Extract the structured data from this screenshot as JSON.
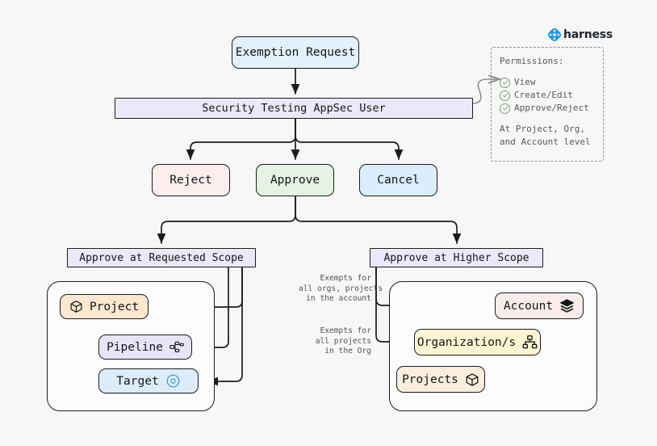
{
  "brand": {
    "name": "harness",
    "logo_icon": "harness-diamond-icon",
    "logo_color": "#1b9bf0"
  },
  "flow": {
    "start": {
      "label": "Exemption Request",
      "color": "#e3f1fb"
    },
    "actor": {
      "label": "Security Testing AppSec User",
      "color": "#ebe8fa"
    },
    "actions": [
      {
        "key": "reject",
        "label": "Reject",
        "color": "#fcefee"
      },
      {
        "key": "approve",
        "label": "Approve",
        "color": "#e4f3e3"
      },
      {
        "key": "cancel",
        "label": "Cancel",
        "color": "#dbeefb"
      }
    ],
    "scopes": [
      {
        "key": "requested",
        "label": "Approve at Requested Scope",
        "color": "#ebe8fa"
      },
      {
        "key": "higher",
        "label": "Approve at Higher Scope",
        "color": "#ebe8fa"
      }
    ]
  },
  "requested_scope": {
    "items": [
      {
        "key": "project",
        "label": "Project",
        "icon": "cube-icon",
        "color": "#fbe8cf"
      },
      {
        "key": "pipeline",
        "label": "Pipeline",
        "icon": "pipeline-icon",
        "color": "#e9e5f8"
      },
      {
        "key": "target",
        "label": "Target",
        "icon": "target-icon",
        "color": "#dcecfa"
      }
    ]
  },
  "higher_scope": {
    "items": [
      {
        "key": "account",
        "label": "Account",
        "icon": "layers-icon",
        "color": "#f9ecea"
      },
      {
        "key": "org",
        "label": "Organization/s",
        "icon": "org-chart-icon",
        "color": "#fcf5d1"
      },
      {
        "key": "projects",
        "label": "Projects",
        "icon": "cube-icon",
        "color": "#fbeedd"
      }
    ],
    "notes": [
      {
        "key": "account-note",
        "text": "Exempts for\nall orgs, projects\nin the account"
      },
      {
        "key": "org-note",
        "text": "Exempts for\nall projects\nin the Org"
      }
    ]
  },
  "permissions": {
    "title": "Permissions:",
    "items": [
      {
        "label": "View",
        "icon": "check-circle-icon"
      },
      {
        "label": "Create/Edit",
        "icon": "check-circle-icon"
      },
      {
        "label": "Approve/Reject",
        "icon": "check-circle-icon"
      }
    ],
    "footer_line1": "At Project, Org,",
    "footer_line2": "and Account level"
  }
}
